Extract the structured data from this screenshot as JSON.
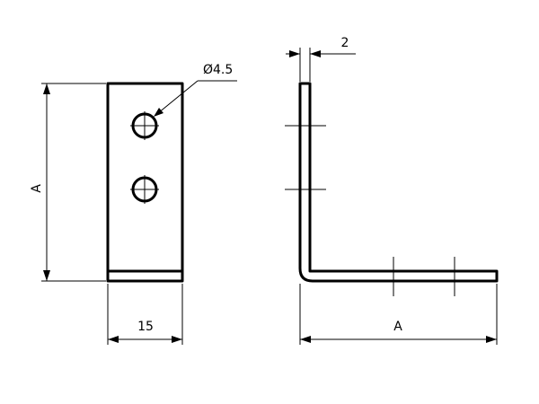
{
  "drawing": {
    "hole_diameter_label": "Ø4.5",
    "thickness_label": "2",
    "height_label": "A",
    "width_label": "15",
    "leg_length_label": "A"
  }
}
